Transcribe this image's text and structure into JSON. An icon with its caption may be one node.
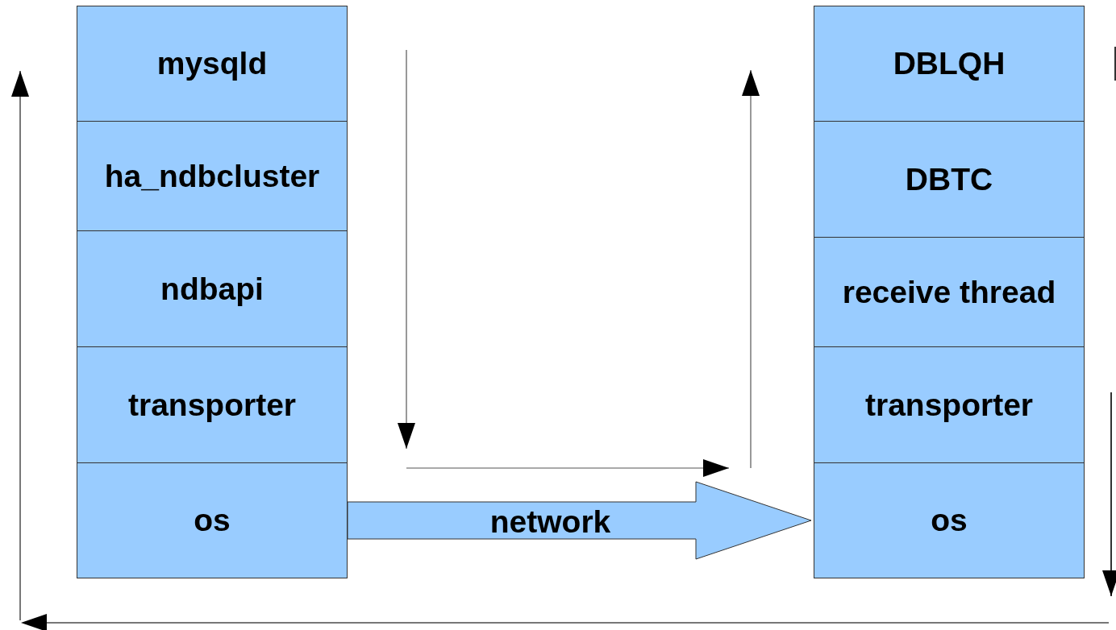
{
  "diagram": {
    "nodes": [
      {
        "text": [
          "mysqld"
        ]
      },
      {
        "text": [
          "ha_ndbcluster"
        ]
      },
      {
        "text": [
          "ndbapi"
        ]
      },
      {
        "text": [
          "transporter"
        ]
      },
      {
        "text": [
          "os"
        ]
      },
      {
        "text": [
          "DBLQH"
        ]
      },
      {
        "text": [
          "DBTC"
        ]
      },
      {
        "text": [
          "receive thread"
        ]
      },
      {
        "text": [
          "transporter"
        ]
      },
      {
        "text": [
          "os"
        ]
      }
    ],
    "edges": [
      {
        "from": 4,
        "to": 9,
        "arrow": "to",
        "label": "network",
        "style": "thick"
      }
    ]
  }
}
